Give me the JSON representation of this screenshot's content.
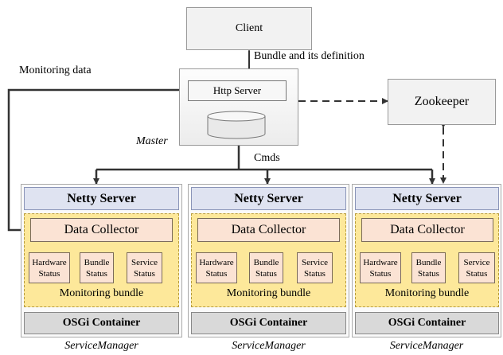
{
  "client": "Client",
  "bundle_label": "Bundle and its definition",
  "monitoring_label": "Monitoring data",
  "http_server": "Http Server",
  "master": "Master",
  "zookeeper": "Zookeeper",
  "cmds": "Cmds",
  "managers": [
    {
      "netty": "Netty Server",
      "collector": "Data Collector",
      "statuses": [
        {
          "line1": "Hardware",
          "line2": "Status"
        },
        {
          "line1": "Bundle",
          "line2": "Status"
        },
        {
          "line1": "Service",
          "line2": "Status"
        }
      ],
      "bundle": "Monitoring bundle",
      "osgi": "OSGi Container",
      "caption": "ServiceManager"
    },
    {
      "netty": "Netty Server",
      "collector": "Data Collector",
      "statuses": [
        {
          "line1": "Hardware",
          "line2": "Status"
        },
        {
          "line1": "Bundle",
          "line2": "Status"
        },
        {
          "line1": "Service",
          "line2": "Status"
        }
      ],
      "bundle": "Monitoring bundle",
      "osgi": "OSGi Container",
      "caption": "ServiceManager"
    },
    {
      "netty": "Netty Server",
      "collector": "Data Collector",
      "statuses": [
        {
          "line1": "Hardware",
          "line2": "Status"
        },
        {
          "line1": "Bundle",
          "line2": "Status"
        },
        {
          "line1": "Service",
          "line2": "Status"
        }
      ],
      "bundle": "Monitoring bundle",
      "osgi": "OSGi Container",
      "caption": "ServiceManager"
    }
  ],
  "colors": {
    "netty": "#dfe3f1",
    "yellow": "#fde89a",
    "collector": "#fbe3d4",
    "status": "#fbe3d4",
    "osgi": "#d9d9d9",
    "line": "#333333"
  }
}
